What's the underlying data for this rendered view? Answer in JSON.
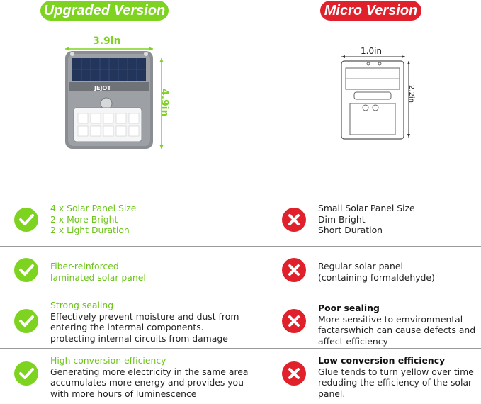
{
  "headers": {
    "left": "Upgraded Version",
    "right": "Micro Version"
  },
  "product": {
    "brand": "JEJOT",
    "width_label": "3.9in",
    "height_label": "4.9in"
  },
  "micro": {
    "width_label": "1.0in",
    "height_label": "2.2in"
  },
  "colors": {
    "green": "#7ed321",
    "red": "#e0202a"
  },
  "rows": [
    {
      "left_lines": [
        "4 x Solar Panel Size",
        "2 x More Bright",
        "2 x Light Duration"
      ],
      "right_lines": [
        "Small Solar Panel Size",
        "Dim Bright",
        "Short Duration"
      ]
    },
    {
      "left_lines": [
        "Fiber-reinforced",
        "laminated solar panel"
      ],
      "right_lines": [
        "Regular solar panel",
        "(containing formaldehyde)"
      ]
    },
    {
      "left_title": "Strong sealing",
      "left_lines": [
        "Effectively prevent moisture and dust from",
        "entering the intermal components.",
        "protecting internal circuits from damage"
      ],
      "right_title": "Poor sealing",
      "right_lines": [
        "More sensitive to emvironmental",
        "factarswhich can cause defects and",
        "affect efficiency"
      ]
    },
    {
      "left_title": "High conversion efficiency",
      "left_lines": [
        "Generating more electricity in the same area",
        "accumulates more energy and provides you",
        "with more hours of luminescence"
      ],
      "right_title": "Low conversion efficiency",
      "right_lines": [
        "Glue tends to turn yellow over time",
        "reduding the efficiency of the solar",
        "panel."
      ]
    }
  ]
}
